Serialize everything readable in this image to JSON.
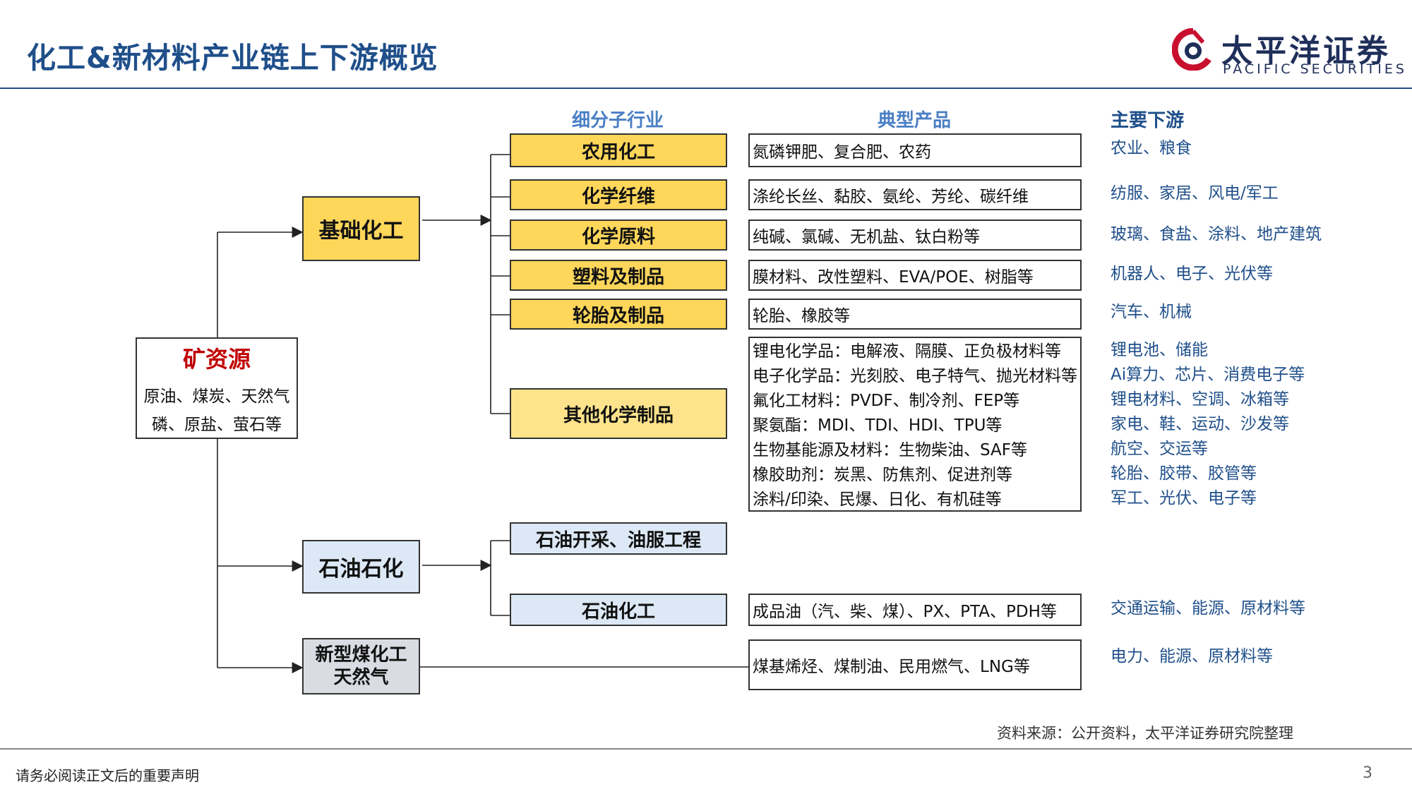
{
  "header": {
    "title": "化工&新材料产业链上下游概览",
    "brand_cn": "太平洋证券",
    "brand_en": "PACIFIC SECURITIES"
  },
  "columns": {
    "sub_industry": "细分子行业",
    "typical_products": "典型产品",
    "main_downstream": "主要下游"
  },
  "root": {
    "title": "矿资源",
    "line1": "原油、煤炭、天然气",
    "line2": "磷、原盐、萤石等"
  },
  "level1": {
    "basic": "基础化工",
    "petro": "石油石化",
    "coal_line1": "新型煤化工",
    "coal_line2": "天然气"
  },
  "basic_items": [
    {
      "name": "农用化工",
      "products": "氮磷钾肥、复合肥、农药",
      "downstream": "农业、粮食"
    },
    {
      "name": "化学纤维",
      "products": "涤纶长丝、黏胶、氨纶、芳纶、碳纤维",
      "downstream": "纺服、家居、风电/军工"
    },
    {
      "name": "化学原料",
      "products": "纯碱、氯碱、无机盐、钛白粉等",
      "downstream": "玻璃、食盐、涂料、地产建筑"
    },
    {
      "name": "塑料及制品",
      "products": "膜材料、改性塑料、EVA/POE、树脂等",
      "downstream": "机器人、电子、光伏等"
    },
    {
      "name": "轮胎及制品",
      "products": "轮胎、橡胶等",
      "downstream": "汽车、机械"
    }
  ],
  "other_chem": {
    "name": "其他化学制品",
    "products": [
      "锂电化学品：电解液、隔膜、正负极材料等",
      "电子化学品：光刻胶、电子特气、抛光材料等",
      "氟化工材料：PVDF、制冷剂、FEP等",
      "聚氨酯：MDI、TDI、HDI、TPU等",
      "生物基能源及材料：生物柴油、SAF等",
      "橡胶助剂：炭黑、防焦剂、促进剂等",
      "涂料/印染、民爆、日化、有机硅等"
    ],
    "downstream": [
      "锂电池、储能",
      "Ai算力、芯片、消费电子等",
      "锂电材料、空调、冰箱等",
      "家电、鞋、运动、沙发等",
      "航空、交运等",
      "轮胎、胶带、胶管等",
      "军工、光伏、电子等"
    ]
  },
  "petro_items": [
    {
      "name": "石油开采、油服工程"
    },
    {
      "name": "石油化工",
      "products": "成品油（汽、柴、煤）、PX、PTA、PDH等",
      "downstream": "交通运输、能源、原材料等"
    }
  ],
  "coal": {
    "products": "煤基烯烃、煤制油、民用燃气、LNG等",
    "downstream": "电力、能源、原材料等"
  },
  "footer": {
    "source": "资料来源：公开资料，太平洋证券研究院整理",
    "disclaimer": "请务必阅读正文后的重要声明",
    "page": "3"
  }
}
